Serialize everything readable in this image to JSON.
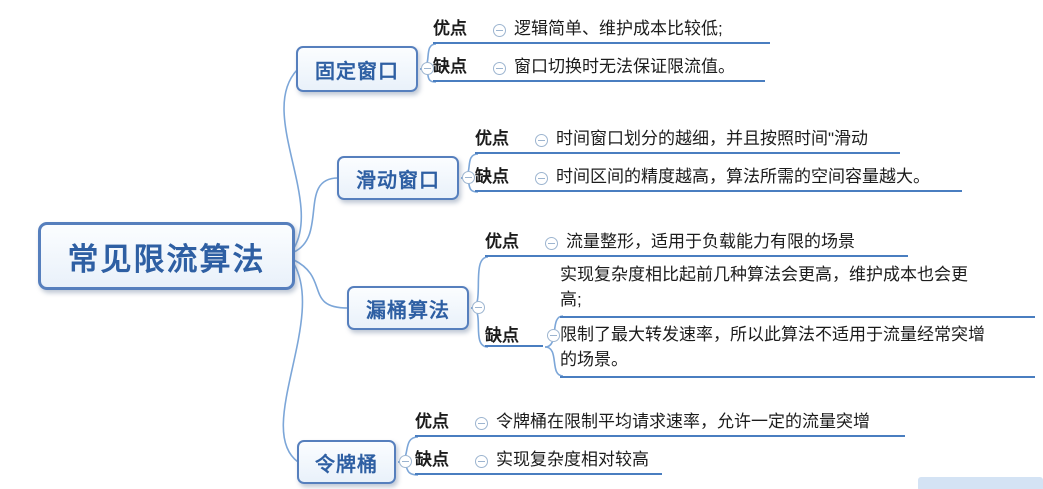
{
  "root": {
    "label": "常见限流算法"
  },
  "branches": [
    {
      "label": "固定窗口",
      "pros_label": "优点",
      "cons_label": "缺点",
      "pros": "逻辑简单、维护成本比较低;",
      "cons": "窗口切换时无法保证限流值。"
    },
    {
      "label": "滑动窗口",
      "pros_label": "优点",
      "cons_label": "缺点",
      "pros": "时间窗口划分的越细，并且按照时间\"滑动",
      "cons": "时间区间的精度越高，算法所需的空间容量越大。"
    },
    {
      "label": "漏桶算法",
      "pros_label": "优点",
      "cons_label": "缺点",
      "pros": "流量整形，适用于负载能力有限的场景",
      "cons_items": [
        "实现复杂度相比起前几种算法会更高，维护成本也会更高;",
        "限制了最大转发速率，所以此算法不适用于流量经常突增的场景。"
      ]
    },
    {
      "label": "令牌桶",
      "pros_label": "优点",
      "cons_label": "缺点",
      "pros": "令牌桶在限制平均请求速率，允许一定的流量突增",
      "cons": "实现复杂度相对较高"
    }
  ],
  "colors": {
    "node_border": "#567fbd",
    "node_text": "#2e5fa3",
    "underline": "#4a7ec0",
    "edge": "#7ca6d8"
  }
}
